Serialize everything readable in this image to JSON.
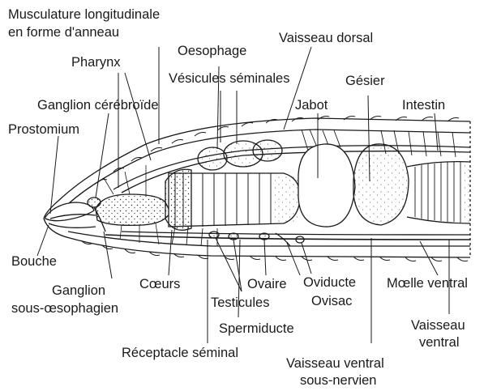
{
  "labels": {
    "musculature_line1": "Musculature longitudinale",
    "musculature_line2": "en forme d'anneau",
    "pharynx": "Pharynx",
    "oesophage": "Oesophage",
    "vaisseau_dorsal": "Vaisseau dorsal",
    "vesicules_seminales": "Vésicules séminales",
    "gesier": "Gésier",
    "ganglion_cerebroide": "Ganglion cérébroïde",
    "jabot": "Jabot",
    "intestin": "Intestin",
    "prostomium": "Prostomium",
    "bouche": "Bouche",
    "ganglion_sous_line1": "Ganglion",
    "ganglion_sous_line2": "sous-œsophagien",
    "coeurs": "Cœurs",
    "ovaire": "Ovaire",
    "oviducte": "Oviducte",
    "moelle_ventral": "Mœlle ventral",
    "testicules": "Testicules",
    "ovisac": "Ovisac",
    "spermiducte": "Spermiducte",
    "vaisseau_ventral_line1": "Vaisseau",
    "vaisseau_ventral_line2": "ventral",
    "receptacle_seminal": "Réceptacle séminal",
    "vaisseau_sous_line1": "Vaisseau ventral",
    "vaisseau_sous_line2": "sous-nervien"
  },
  "colors": {
    "ink": "#1a1a1a",
    "paper": "#ffffff"
  }
}
